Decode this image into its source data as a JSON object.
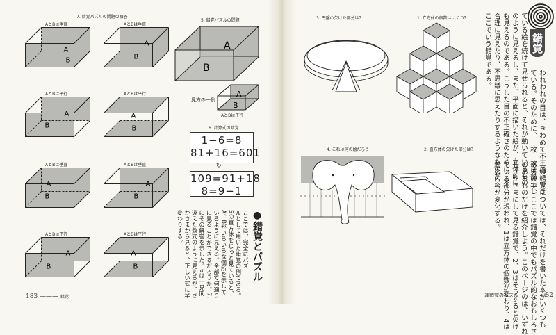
{
  "left_page": {
    "answer_caption": "7. 錯覚パズルの問題の解答",
    "answer_boxes": [
      {
        "caption": "AとBは垂直",
        "a": "A",
        "b": "B"
      },
      {
        "caption": "AとBは垂直",
        "a": "A",
        "b": "B"
      },
      {
        "caption": "AとBは平行",
        "a": "A",
        "b": "B"
      },
      {
        "caption": "AとBは平行",
        "a": "A",
        "b": "B"
      },
      {
        "caption": "AとBは垂直",
        "a": "A",
        "b": "B"
      },
      {
        "caption": "AとBは垂直",
        "a": "A",
        "b": "B"
      },
      {
        "caption": "AとBは平行",
        "a": "A",
        "b": "B"
      },
      {
        "caption": "AとBは平行",
        "a": "A",
        "b": "B"
      }
    ],
    "problem5": {
      "caption": "5. 錯覚パズルの問題",
      "a": "A",
      "b": "B"
    },
    "example": {
      "label": "見方の一例",
      "caption": "AとBは平行",
      "a": "A",
      "b": "B"
    },
    "problem6": {
      "caption": "6. 計算式の錯覚",
      "box1": [
        "1−6=8",
        "81+16=601"
      ],
      "box2": [
        "109=91+18",
        "8=9−1"
      ]
    },
    "section": {
      "heading": "●錯覚とパズル",
      "lines": [
        "ここでは、完全にパズ",
        "ルとして用いた錯覚の例である。",
        "5の直方体をじっと見ていると、",
        "A、Bがいろいろな個所を示して",
        "いるように見える。全部で何通り",
        "に見ることができるだろうか。7.",
        "にその解答を示した。6は一見間",
        "違えた数式のように見えるが、さ",
        "かさまから見ると、正しい式に早",
        "変わりする。"
      ]
    },
    "footer": {
      "page": "183",
      "title": "錯覚"
    }
  },
  "right_page": {
    "fig3_caption": "3. 円盤の欠けた部分は？",
    "fig1_caption": "1. 立方体の個数はいくつ？",
    "fig4_caption": "4. これは何の絵だろう",
    "fig2_caption": "2. 直方体の欠けた部分は？",
    "chapter_title": "錯覚",
    "intro_lines": [
      "われわれの目は、きわめて不正確にでき",
      "ている。そのために、一枚一枚は静止し",
      "ている絵を続けて見せられると、それが動いているもの",
      "のように見えるし、また、平面に描いた絵が、立体的に",
      "も見えるのである。こうした目の不正確さのために、不",
      "合理に見えたり、不思議に思えたりするようなものが、",
      "ここでいう錯覚である。"
    ],
    "body_lines": [
      "この錯覚については、それだけを書いた本がいくつも",
      "あるので、ここでは錯覚の中でもパズル的なおもしろさ",
      "のあるものだけを紹介しよう。このページのは、いずれ",
      "もさかさまにして見る錯覚で、2、3はそうすると欠け",
      "ている部分が現われ、1は立方体の個数が変わり、4は",
      "絵の内容が変化する。"
    ],
    "footer": {
      "title": "運錯覚のパズル",
      "page": "182"
    }
  },
  "colors": {
    "paper": "#f8f7f1",
    "shade": "#b9b9b6",
    "ink": "#222222"
  }
}
